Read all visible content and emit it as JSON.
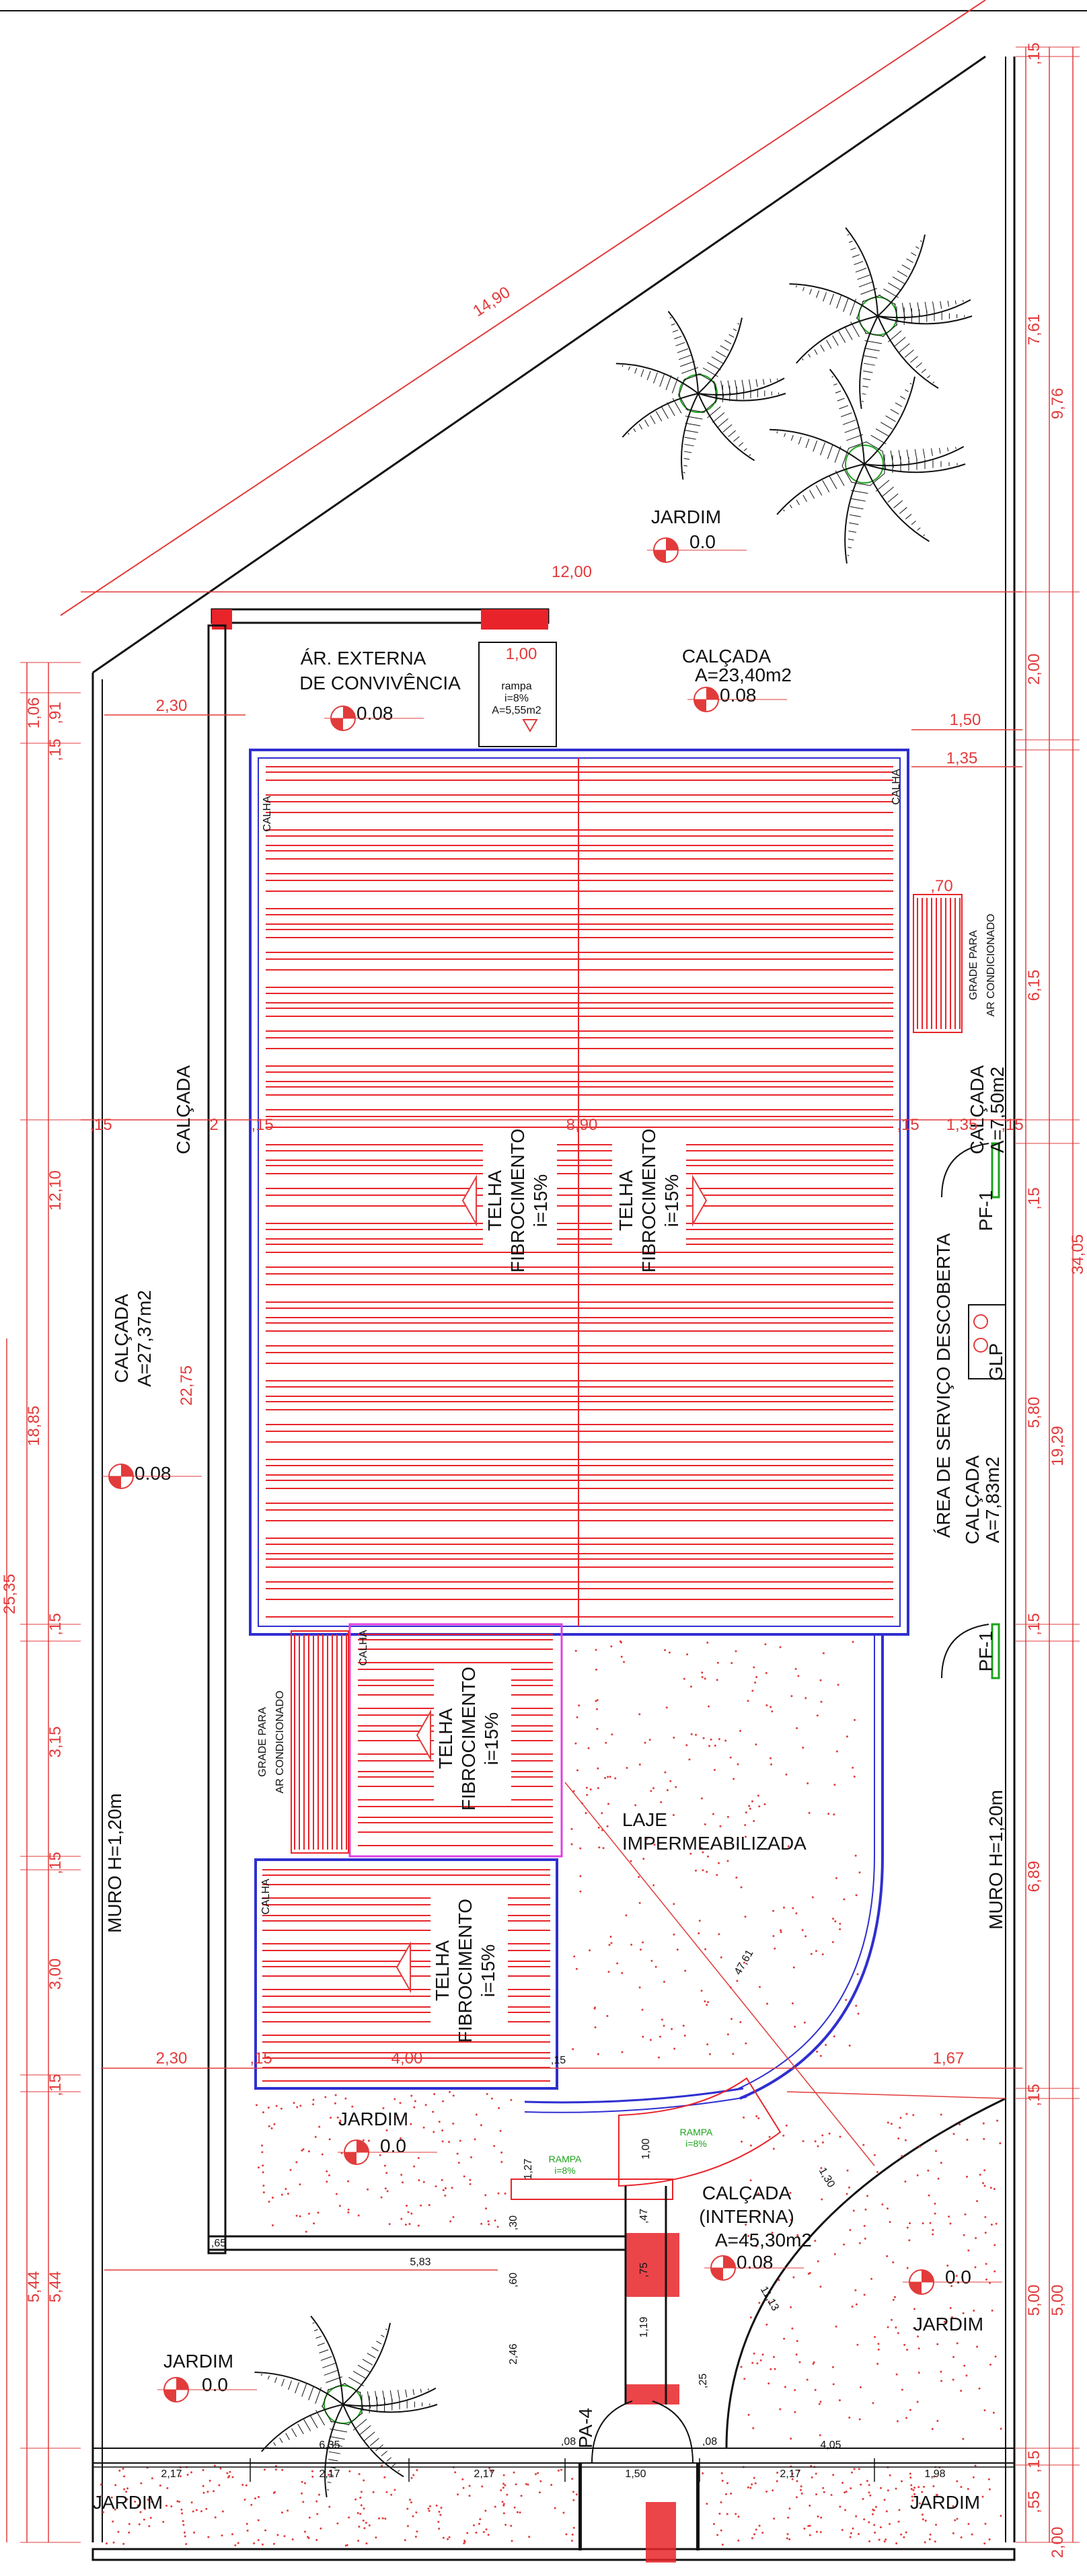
{
  "dimensions": {
    "top_diagonal": "14,90",
    "width_12": "12,00",
    "left_230_top": "2,30",
    "right_150": "1,50",
    "right_135": "1,35",
    "grade_70": ",70",
    "center_890": "8,90",
    "left_15_a": ",15",
    "left_2": "2",
    "left_15_b": ",15",
    "right_15_a": ",15",
    "right_135b": "1,35",
    "right_15_b": ",15",
    "v_2275": "22,75",
    "left_230_bottom": "2,30",
    "left_15_c": ",15",
    "w_400": "4,00",
    "w_15": ",15",
    "right_167": "1,67",
    "w_583": "5,83",
    "diag_4761": "47,61",
    "diag_130": "1,30",
    "diag_1113": "11,13",
    "w_635": "6,35",
    "w_217_a": "2,17",
    "w_217_b": "2,17",
    "w_217_c": "2,17",
    "w_217_d": "2,17",
    "w_150": "1,50",
    "w_405": "4,05",
    "w_198": "1,98",
    "w_08_a": ",08",
    "w_08_b": ",08",
    "v_246": "2,46",
    "v_119": "1,19",
    "v_75": ",75",
    "v_60": ",60",
    "v_25": ",25",
    "v_47": ",47",
    "v_30": ",30",
    "v_127": "1,27",
    "v_100": "1,00",
    "v_65": ",65",
    "rampa_dim": "1,00",
    "left_106": "1,06",
    "left_91": ",91",
    "left_15_1": ",15",
    "left_1210": "12,10",
    "left_1885": "18,85",
    "left_2535": "25,35",
    "left_15_2": ",15",
    "left_315": "3,15",
    "left_15_3": ",15",
    "left_300": "3,00",
    "left_15_4": ",15",
    "left_544a": "5,44",
    "left_544b": "5,44",
    "right_761": "7,61",
    "right_976": "9,76",
    "right_15_top": ",15",
    "right_200": "2,00",
    "right_615": "6,15",
    "right_15_m": ",15",
    "right_580": "5,80",
    "right_1929": "19,29",
    "right_3405": "34,05",
    "right_15_n": ",15",
    "right_689": "6,89",
    "right_15_o": ",15",
    "right_500a": "5,00",
    "right_500b": "5,00",
    "right_55": ",55",
    "right_200b": "2,00",
    "right_15_x": ",15"
  },
  "labels": {
    "jardim_top": "JARDIM",
    "lvl_jardim_top": "0.0",
    "ar_externa_1": "ÁR. EXTERNA",
    "ar_externa_2": "DE CONVIVÊNCIA",
    "lvl_ar": "0.08",
    "calcada_top_1": "CALÇADA",
    "calcada_top_2": "A=23,40m2",
    "lvl_calcada_top": "0.08",
    "rampa_top_1": "rampa",
    "rampa_top_2": "i=8%",
    "rampa_top_3": "A=5,55m2",
    "calha_tl": "CALHA",
    "calha_tr": "CALHA",
    "calha_m": "CALHA",
    "calha_b": "CALHA",
    "telha_l_1": "TELHA",
    "telha_l_2": "FIBROCIMENTO",
    "telha_l_3": "i=15%",
    "telha_r_1": "TELHA",
    "telha_r_2": "FIBROCIMENTO",
    "telha_r_3": "i=15%",
    "telha_m_1": "TELHA",
    "telha_m_2": "FIBROCIMENTO",
    "telha_m_3": "i=15%",
    "telha_b_1": "TELHA",
    "telha_b_2": "FIBROCIMENTO",
    "telha_b_3": "i=15%",
    "grade_r_1": "GRADE PARA",
    "grade_r_2": "AR CONDICIONADO",
    "grade_l_1": "GRADE PARA",
    "grade_l_2": "AR CONDICIONADO",
    "calcada_left": "CALÇADA",
    "calcada_left_big_1": "CALÇADA",
    "calcada_left_big_2": "A=27,37m2",
    "lvl_left": "0.08",
    "calcada_r_1": "CALÇADA",
    "calcada_r_2": "A=7,50m2",
    "pf1_top": "PF-1",
    "pf1_bot": "PF-1",
    "glp": "GLP",
    "area_servico": "ÁREA DE SERVIÇO DESCOBERTA",
    "calcada_r2_1": "CALÇADA",
    "calcada_r2_2": "A=7,83m2",
    "laje_1": "LAJE",
    "laje_2": "IMPERMEABILIZADA",
    "muro_left": "MURO H=1,20m",
    "muro_right": "MURO H=1,20m",
    "jardim_mid": "JARDIM",
    "lvl_jardim_mid": "0.0",
    "rampa_l_1": "RAMPA",
    "rampa_l_2": "i=8%",
    "rampa_r_1": "RAMPA",
    "rampa_r_2": "i=8%",
    "calcada_int_1": "CALÇADA",
    "calcada_int_2": "(INTERNA)",
    "calcada_int_3": "A=45,30m2",
    "lvl_calcada_int": "0.08",
    "lvl_jardim_r": "0.0",
    "jardim_r": "JARDIM",
    "jardim_bl": "JARDIM",
    "lvl_jardim_bl": "0.0",
    "pa4": "PA-4",
    "jardim_bottom_l": "JARDIM",
    "jardim_bottom_r": "JARDIM"
  },
  "colors": {
    "roof_lines": "#e8242a",
    "dimension": "#e23b3b",
    "walls": "#111111",
    "gutter": "#2f2fd0",
    "slab_outline": "#e040e0",
    "green": "#1aa31a"
  }
}
